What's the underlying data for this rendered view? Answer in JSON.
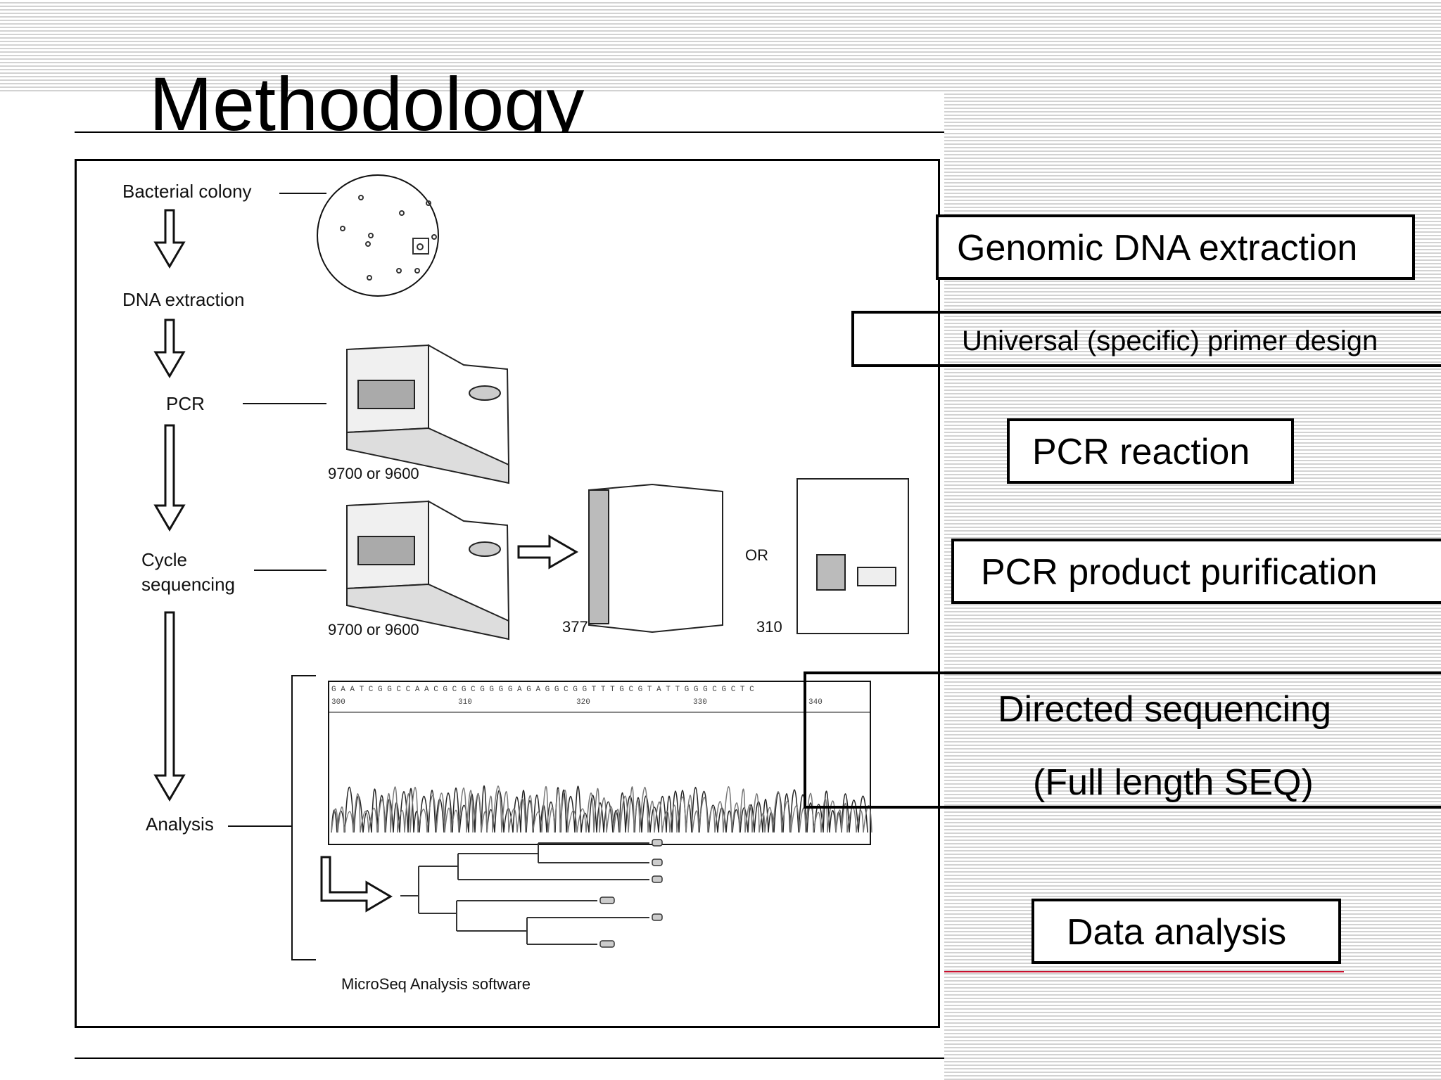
{
  "slide": {
    "title": "Methodology",
    "diagram": {
      "stages": [
        "Bacterial colony",
        "DNA extraction",
        "PCR",
        "Cycle",
        "sequencing",
        "Analysis"
      ],
      "instrument_labels": {
        "thermocycler_1": "9700 or 9600",
        "thermocycler_2": "9700 or 9600",
        "sequencer_a": "377",
        "or_label": "OR",
        "sequencer_b": "310"
      },
      "chromatogram_positions": [
        "300",
        "310",
        "320",
        "330",
        "340"
      ],
      "software_caption": "MicroSeq Analysis software"
    },
    "steps": {
      "genomic": "Genomic DNA extraction",
      "primer": "Universal (specific) primer design",
      "pcr": "PCR reaction",
      "purification": "PCR product purification",
      "directed_line1": "Directed sequencing",
      "directed_line2": "(Full length SEQ)",
      "analysis": "Data analysis"
    },
    "accent_color": "#c8102e"
  }
}
